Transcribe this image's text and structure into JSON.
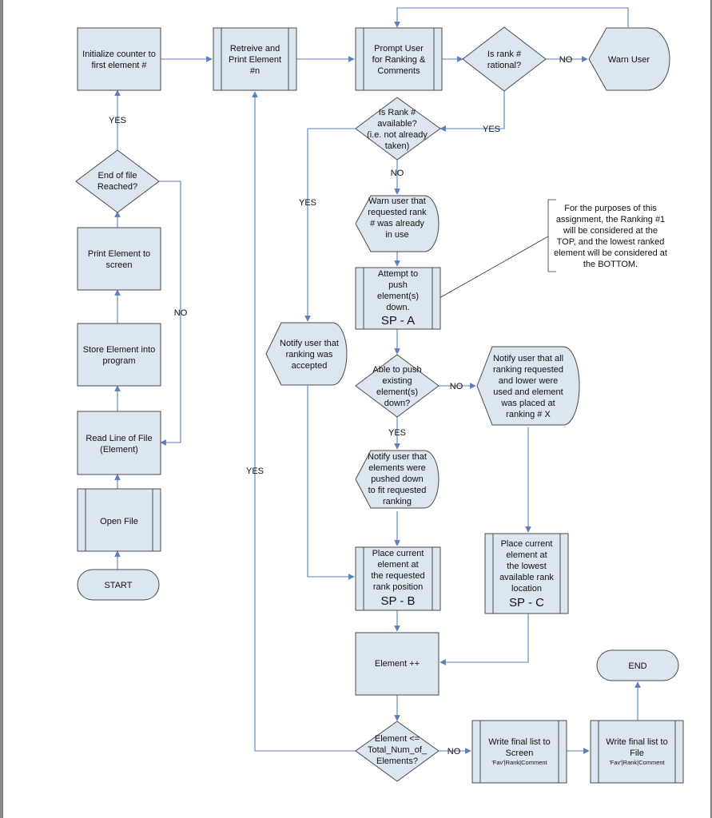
{
  "nodes": {
    "init_counter": {
      "lines": [
        "Initialize counter to",
        "first element #"
      ]
    },
    "retrieve": {
      "lines": [
        "Retreive and",
        "Print Element",
        "#n"
      ]
    },
    "prompt": {
      "lines": [
        "Prompt User",
        "for Ranking &",
        "Comments"
      ]
    },
    "rational": {
      "lines": [
        "Is rank #",
        "rational?"
      ]
    },
    "warn_user": {
      "lines": [
        "Warn User"
      ]
    },
    "available": {
      "lines": [
        "Is Rank #",
        "available?",
        "(i.e. not already",
        "taken)"
      ]
    },
    "warn_in_use": {
      "lines": [
        "Warn user that",
        "requested rank",
        "# was already",
        "in use"
      ]
    },
    "attempt_push": {
      "lines": [
        "Attempt to",
        "push",
        "element(s)",
        "down."
      ],
      "tag": "SP - A"
    },
    "notify_accepted": {
      "lines": [
        "Notify user that",
        "ranking was",
        "accepted"
      ]
    },
    "able_push": {
      "lines": [
        "Able to push",
        "existing",
        "element(s)",
        "down?"
      ]
    },
    "notify_all_used": {
      "lines": [
        "Notify user that all",
        "ranking requested",
        "and lower were",
        "used and element",
        "was placed at",
        "ranking # X"
      ]
    },
    "notify_pushed": {
      "lines": [
        "Notify user that",
        "elements were",
        "pushed down",
        "to fit requested",
        "ranking"
      ]
    },
    "place_requested": {
      "lines": [
        "Place current",
        "element at",
        "the requested",
        "rank position"
      ],
      "tag": "SP - B"
    },
    "place_lowest": {
      "lines": [
        "Place current",
        "element at",
        "the lowest",
        "available rank",
        "location"
      ],
      "tag": "SP - C"
    },
    "element_inc": {
      "lines": [
        "Element ++"
      ]
    },
    "element_check": {
      "lines": [
        "Element <=",
        "Total_Num_of_",
        "Elements?"
      ]
    },
    "write_screen": {
      "lines": [
        "Write final list to",
        "Screen"
      ],
      "note": "'Fav'|Rank|Comment"
    },
    "write_file": {
      "lines": [
        "Write final list to",
        "File"
      ],
      "note": "'Fav'|Rank|Comment"
    },
    "end": {
      "lines": [
        "END"
      ]
    },
    "end_of_file": {
      "lines": [
        "End of file",
        "Reached?"
      ]
    },
    "print_screen": {
      "lines": [
        "Print Element to",
        "screen"
      ]
    },
    "store_element": {
      "lines": [
        "Store Element into",
        "program"
      ]
    },
    "read_line": {
      "lines": [
        "Read Line of File",
        "(Element)"
      ]
    },
    "open_file": {
      "lines": [
        "Open File"
      ]
    },
    "start": {
      "lines": [
        "START"
      ]
    }
  },
  "edge_labels": {
    "eof_yes": "YES",
    "eof_no": "NO",
    "rational_no": "NO",
    "rational_yes": "YES",
    "available_no": "NO",
    "available_yes": "YES",
    "able_no": "NO",
    "able_yes": "YES",
    "loop_yes": "YES",
    "check_no": "NO"
  },
  "annotation": {
    "lines": [
      "For the purposes of this",
      "assignment, the Ranking #1",
      "will be considered at the",
      "TOP, and the lowest ranked",
      "element will be considered at",
      "the BOTTOM."
    ]
  },
  "colors": {
    "fill": "#dce6f1",
    "stroke": "#4a4a4a",
    "connector": "#5b7fb7"
  }
}
